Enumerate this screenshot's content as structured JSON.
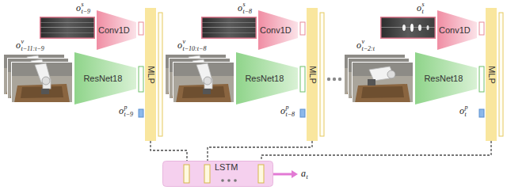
{
  "diagram": {
    "nodes": [
      {
        "text": [
          "Conv1D"
        ]
      },
      {
        "text": [
          "ResNet18"
        ]
      },
      {
        "text": [
          "MLP"
        ]
      },
      {
        "text": [
          "Conv1D"
        ]
      },
      {
        "text": [
          "ResNet18"
        ]
      },
      {
        "text": [
          "MLP"
        ]
      },
      {
        "text": [
          "Conv1D"
        ]
      },
      {
        "text": [
          "ResNet18"
        ]
      },
      {
        "text": [
          "MLP"
        ]
      },
      {
        "text": [
          "LSTM"
        ]
      }
    ],
    "edges": [
      {
        "from": 2,
        "to": 9,
        "arrow": "none"
      },
      {
        "from": 5,
        "to": 9,
        "arrow": "none"
      },
      {
        "from": 8,
        "to": 9,
        "arrow": "none"
      }
    ],
    "labels": [
      "o",
      "s",
      "t−9",
      "o",
      "v",
      "t−11:t−9",
      "o",
      "p",
      "t−9",
      "o",
      "s",
      "t−8",
      "o",
      "v",
      "t−10:t−8",
      "o",
      "p",
      "t−8",
      "o",
      "s",
      "t",
      "o",
      "v",
      "t−2:t",
      "o",
      "p",
      "t",
      "a",
      "t"
    ]
  }
}
